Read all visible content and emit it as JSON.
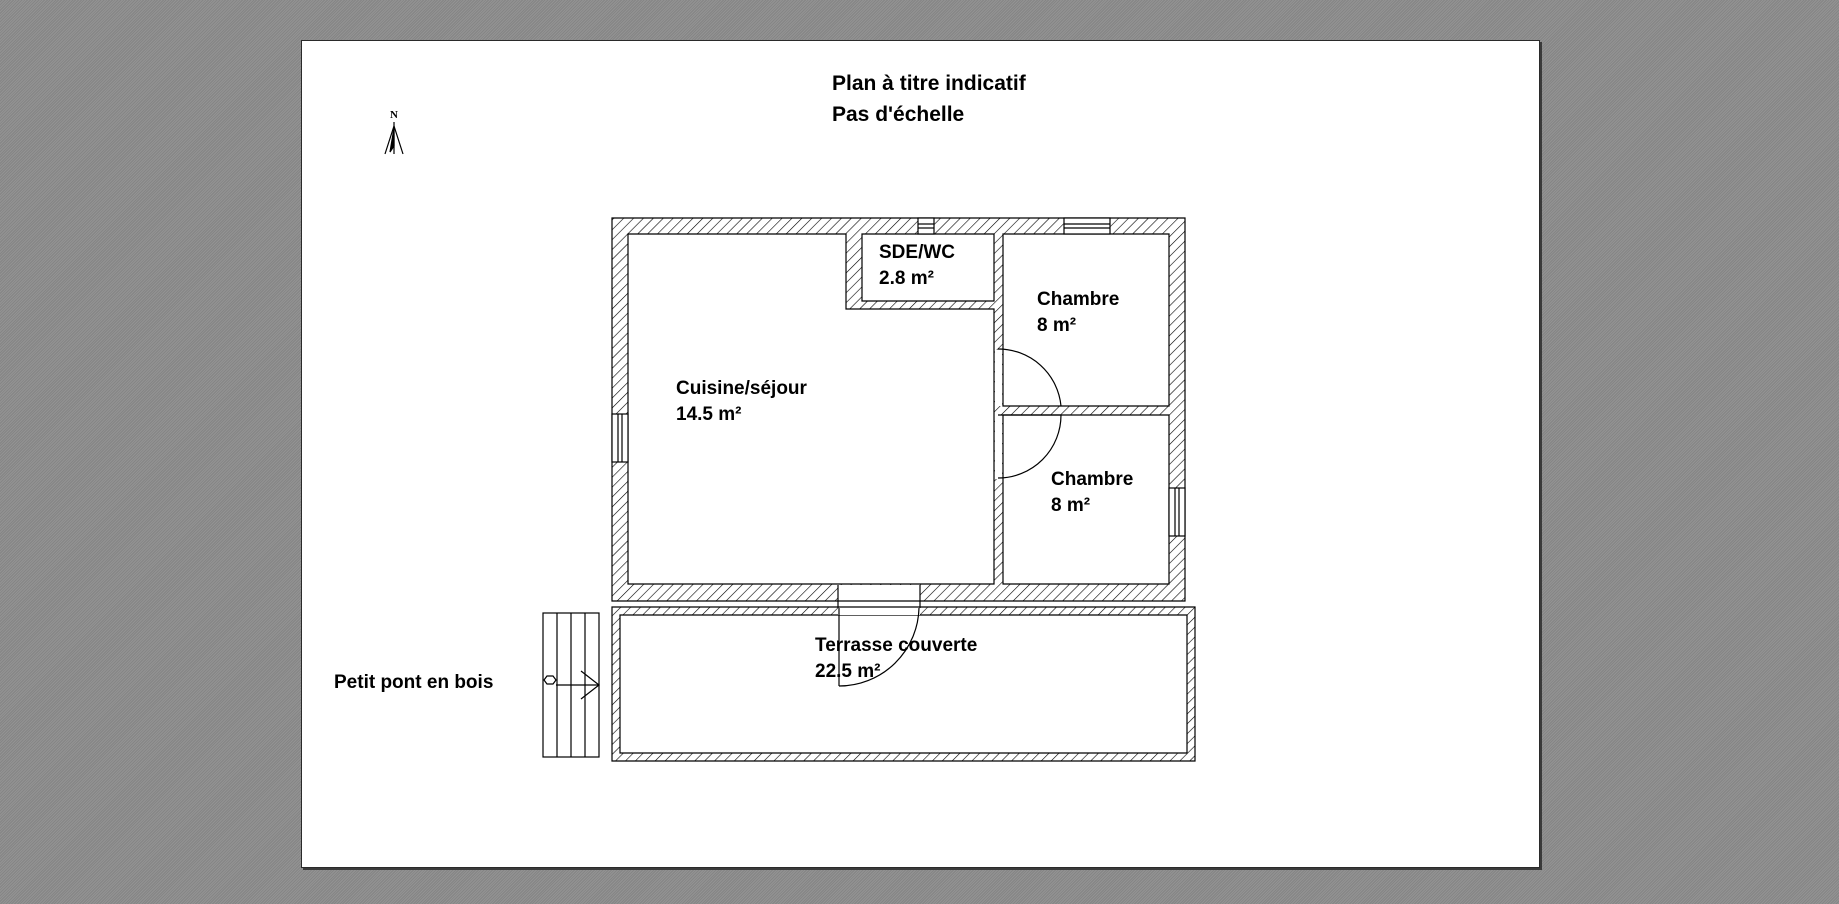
{
  "header": {
    "line1": "Plan à titre indicatif",
    "line2": "Pas d'échelle"
  },
  "compass": {
    "letter": "N"
  },
  "rooms": {
    "sde": {
      "name": "SDE/WC",
      "area": "2.8 m²"
    },
    "cuisine": {
      "name": "Cuisine/séjour",
      "area": "14.5 m²"
    },
    "chambre1": {
      "name": "Chambre",
      "area": "8 m²"
    },
    "chambre2": {
      "name": "Chambre",
      "area": "8 m²"
    },
    "terrasse": {
      "name": "Terrasse couverte",
      "area": "22.5 m²"
    }
  },
  "bridge": {
    "label": "Petit pont en bois"
  },
  "colors": {
    "background": "#8a8a8a",
    "sheet": "#ffffff",
    "lines": "#000000"
  }
}
